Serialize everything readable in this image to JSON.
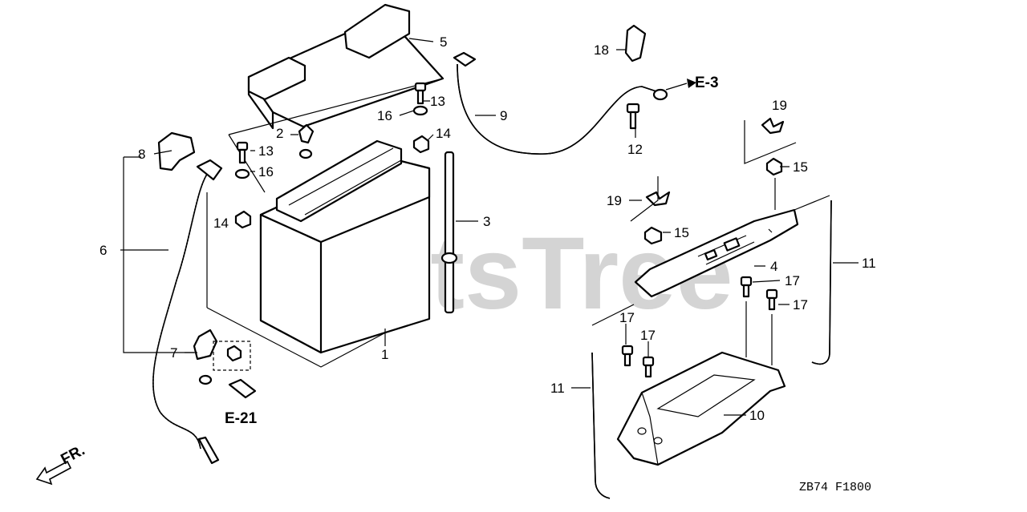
{
  "watermark": "PartsTree",
  "callouts": {
    "c1": "1",
    "c2": "2",
    "c3": "3",
    "c4": "4",
    "c5": "5",
    "c6": "6",
    "c7": "7",
    "c8": "8",
    "c9": "9",
    "c10": "10",
    "c11a": "11",
    "c11b": "11",
    "c12": "12",
    "c13a": "13",
    "c13b": "13",
    "c14a": "14",
    "c14b": "14",
    "c15a": "15",
    "c15b": "15",
    "c16a": "16",
    "c16b": "16",
    "c17a": "17",
    "c17b": "17",
    "c17c": "17",
    "c17d": "17",
    "c18": "18",
    "c19a": "19",
    "c19b": "19"
  },
  "references": {
    "e3": "E-3",
    "e21": "E-21",
    "front": "FR."
  },
  "diagram_code": "ZB74  F1800"
}
